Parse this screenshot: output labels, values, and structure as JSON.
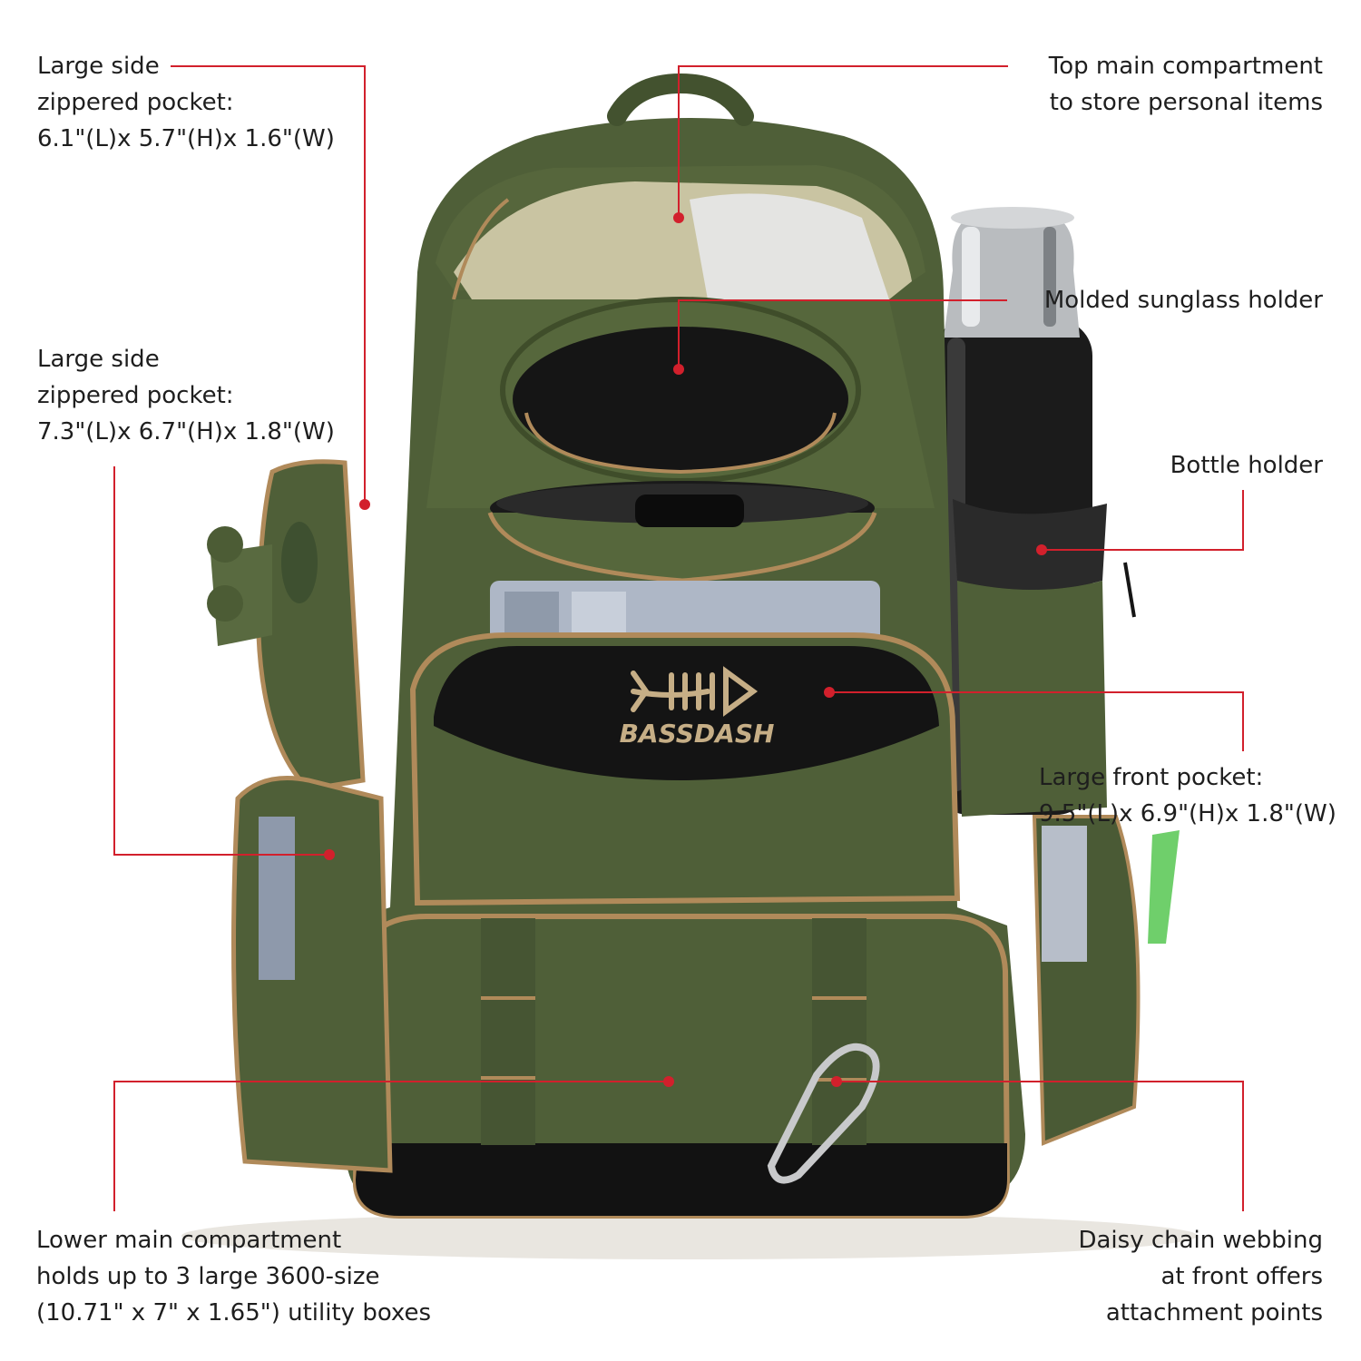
{
  "brand": {
    "name": "BASSDASH"
  },
  "colors": {
    "callout": "#d2202c",
    "bag_green": "#4f5f38",
    "bag_dark": "#111111",
    "trim": "#b08a5a",
    "background": "#ffffff"
  },
  "callouts": {
    "side_pocket_upper": {
      "lines": [
        "Large side",
        "zippered pocket:",
        "6.1\"(L)x 5.7\"(H)x 1.6\"(W)"
      ]
    },
    "side_pocket_lower": {
      "lines": [
        "Large side",
        "zippered pocket:",
        "7.3\"(L)x 6.7\"(H)x 1.8\"(W)"
      ]
    },
    "top_compartment": {
      "lines": [
        "Top main compartment",
        "to store personal items"
      ]
    },
    "sunglass_holder": {
      "lines": [
        "Molded sunglass holder"
      ]
    },
    "bottle_holder": {
      "lines": [
        "Bottle holder"
      ]
    },
    "front_pocket": {
      "lines": [
        "Large front pocket:",
        "9.5\"(L)x 6.9\"(H)x 1.8\"(W)"
      ]
    },
    "lower_compartment": {
      "lines": [
        "Lower main compartment",
        "holds up to 3 large 3600-size",
        "(10.71\" x 7\" x 1.65\") utility boxes"
      ]
    },
    "daisy_chain": {
      "lines": [
        "Daisy chain webbing",
        "at front offers",
        "attachment points"
      ]
    }
  }
}
